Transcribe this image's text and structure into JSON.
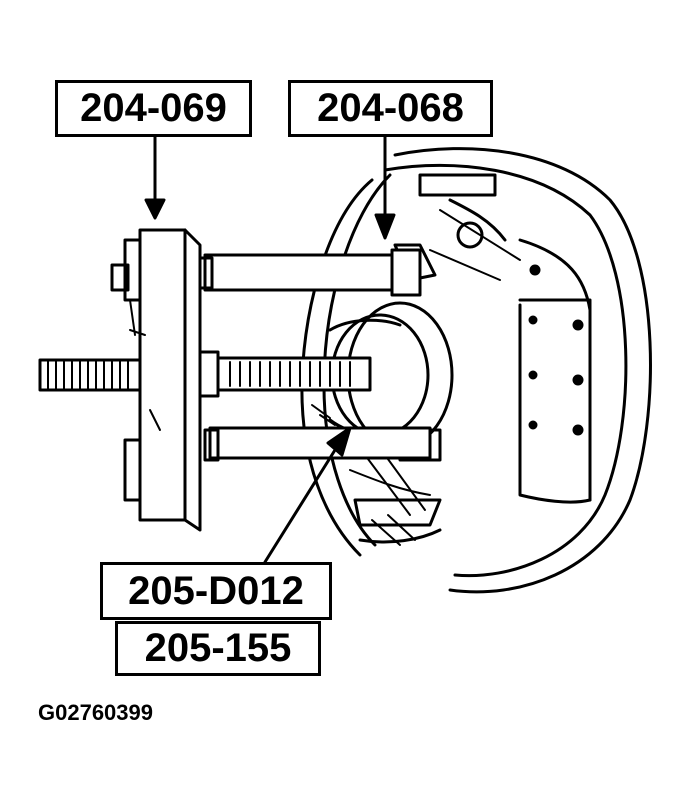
{
  "figure": {
    "callouts": {
      "tool_204_069": "204-069",
      "tool_204_068": "204-068",
      "tool_205_d012": "205-D012",
      "tool_205_155": "205-155"
    },
    "figure_code": "G02760399",
    "colors": {
      "ink": "#000000",
      "paper": "#ffffff"
    }
  }
}
